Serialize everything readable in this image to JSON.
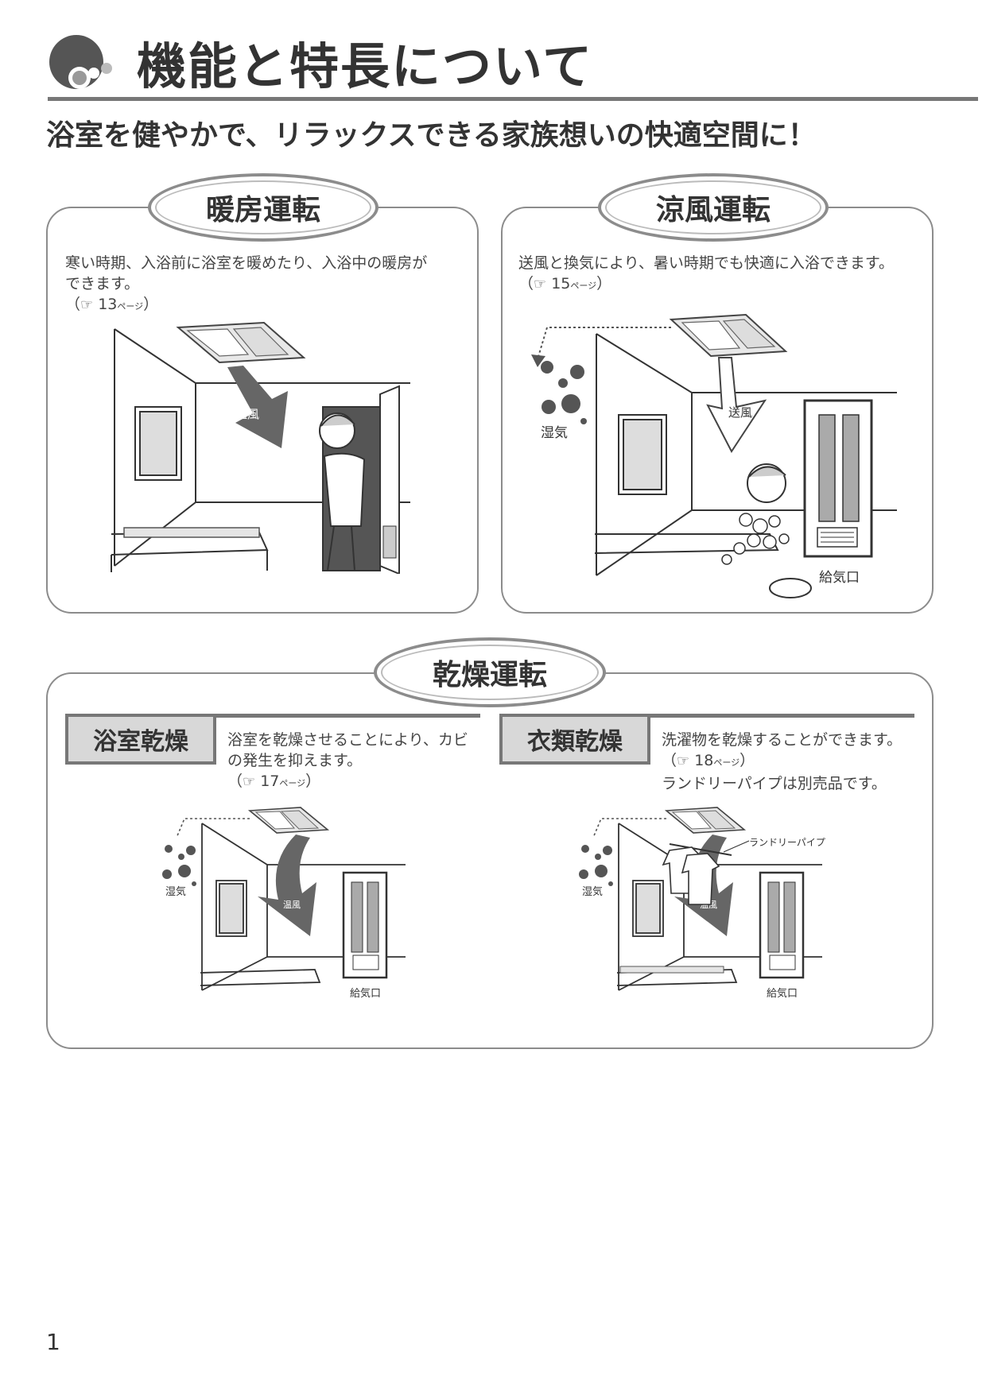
{
  "header": {
    "title": "機能と特長について",
    "subtitle": "浴室を健やかで、リラックスできる家族想いの快適空間に！"
  },
  "sections": {
    "heating": {
      "title": "暖房運転",
      "desc_line1": "寒い時期、入浴前に浴室を暖めたり、入浴中の暖房が",
      "desc_line2": "できます。",
      "ref_open": "（",
      "ref_icon": "☞",
      "ref_page": "13",
      "ref_unit": "ページ",
      "ref_close": "）",
      "illus_label": "温風"
    },
    "cooling": {
      "title": "涼風運転",
      "desc_line1": "送風と換気により、暑い時期でも快適に入浴できます。",
      "ref_open": "（",
      "ref_icon": "☞",
      "ref_page": "15",
      "ref_unit": "ページ",
      "ref_close": "）",
      "illus_label_air": "送風",
      "illus_label_humidity": "湿気",
      "illus_label_intake": "給気口"
    },
    "drying": {
      "title": "乾燥運転",
      "bath": {
        "tag": "浴室乾燥",
        "desc_line1": "浴室を乾燥させることにより、カビ",
        "desc_line2": "の発生を抑えます。",
        "ref_open": "（",
        "ref_icon": "☞",
        "ref_page": "17",
        "ref_unit": "ページ",
        "ref_close": "）",
        "illus_label_humidity": "湿気",
        "illus_label_warm": "温風",
        "illus_label_intake": "給気口"
      },
      "clothes": {
        "tag": "衣類乾燥",
        "desc_line1": "洗濯物を乾燥することができます。",
        "ref_open": "（",
        "ref_icon": "☞",
        "ref_page": "18",
        "ref_unit": "ページ",
        "ref_close": "）",
        "desc_line3": "ランドリーパイプは別売品です。",
        "illus_label_pipe": "ランドリーパイプ",
        "illus_label_humidity": "湿気",
        "illus_label_warm": "温風",
        "illus_label_intake": "給気口"
      }
    }
  },
  "page_number": "1"
}
